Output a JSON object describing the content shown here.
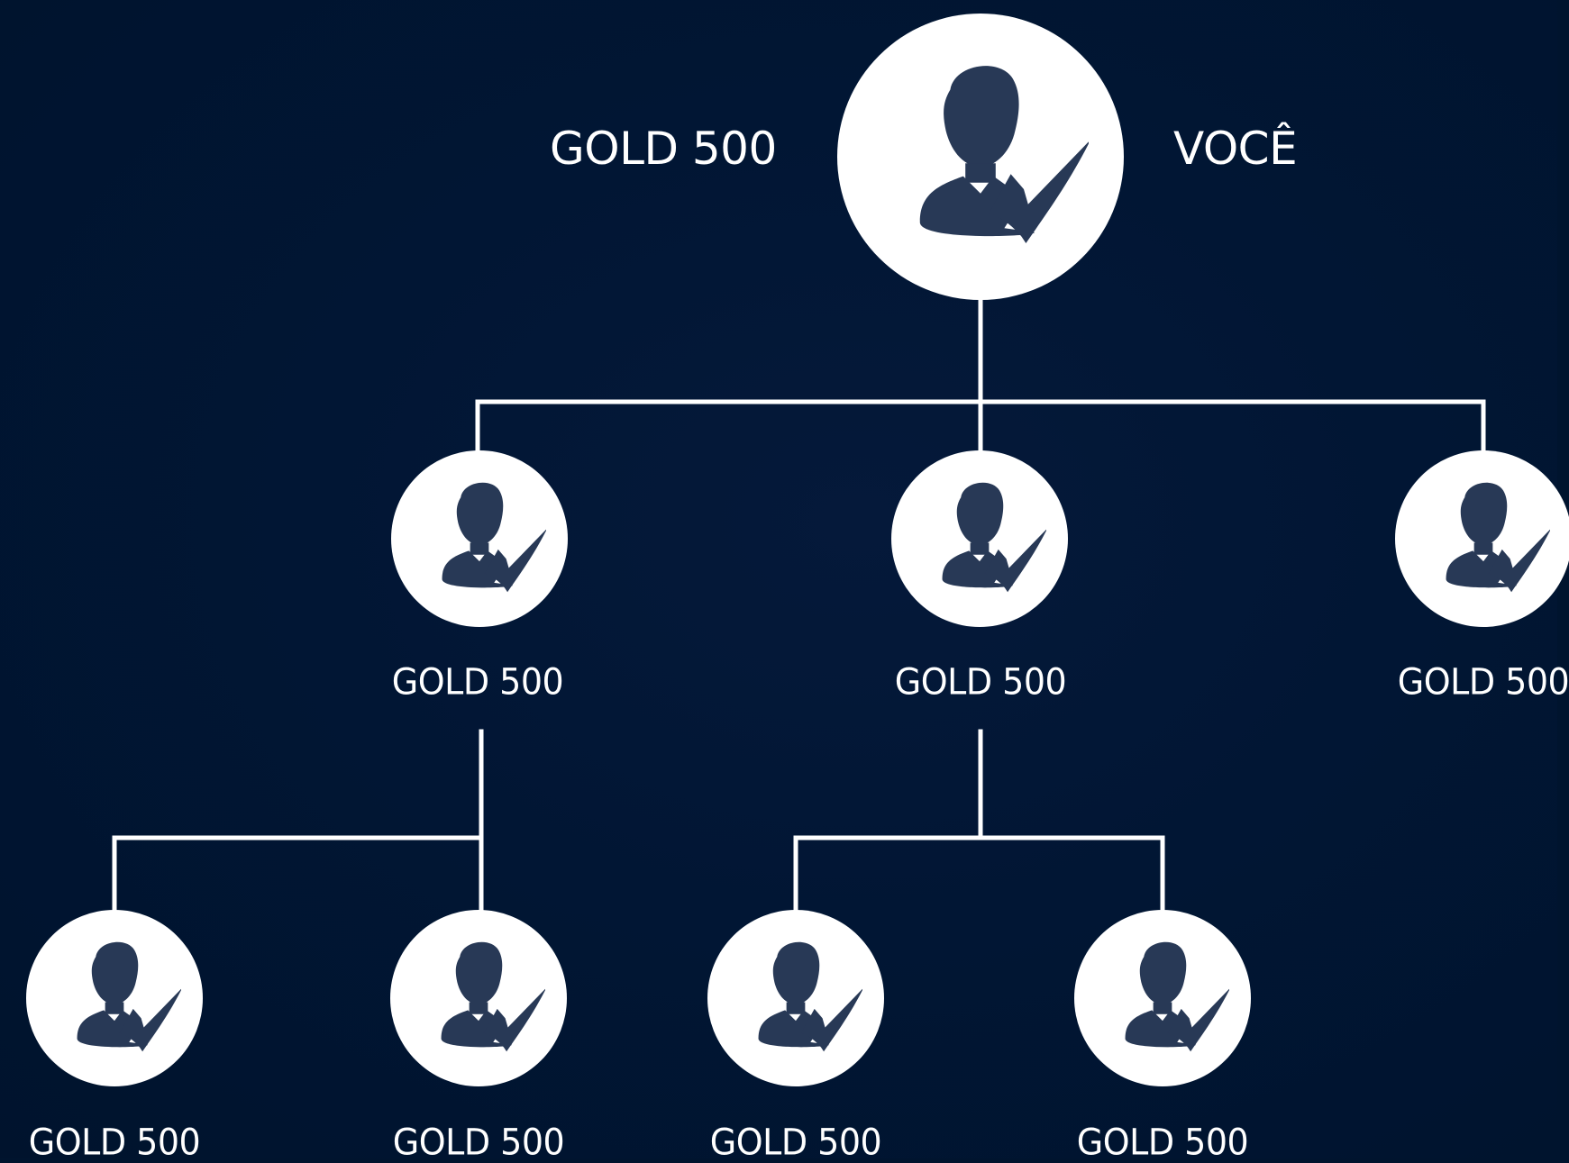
{
  "diagram": {
    "colors": {
      "background": "#00142e",
      "line": "#ffffff",
      "node_fill": "#ffffff",
      "icon_fill": "#283956"
    },
    "icon": "user-check-icon",
    "root": {
      "left_label": "GOLD 500",
      "right_label": "VOCÊ"
    },
    "level1": [
      {
        "label": "GOLD 500"
      },
      {
        "label": "GOLD 500"
      },
      {
        "label": "GOLD 500"
      }
    ],
    "level2": [
      {
        "label": "GOLD 500",
        "parent": 0
      },
      {
        "label": "GOLD 500",
        "parent": 0
      },
      {
        "label": "GOLD 500",
        "parent": 1
      },
      {
        "label": "GOLD 500",
        "parent": 1
      }
    ]
  }
}
